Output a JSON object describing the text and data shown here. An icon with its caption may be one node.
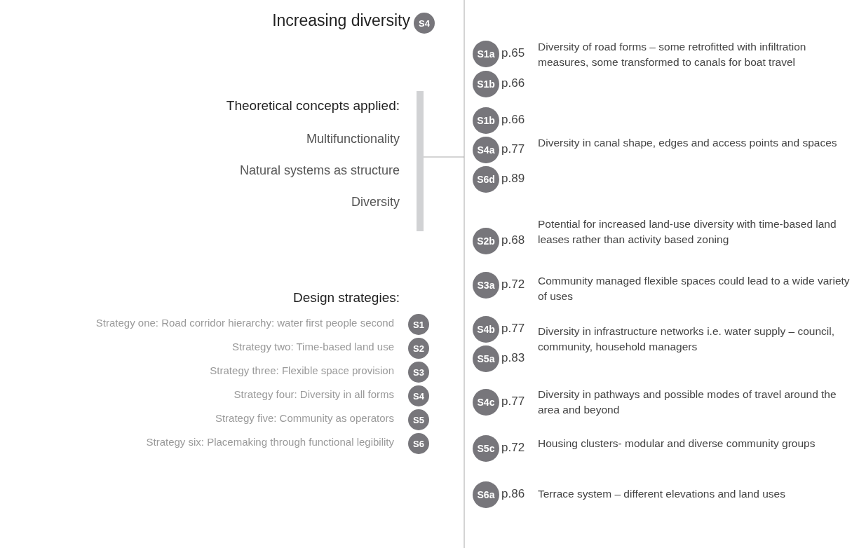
{
  "diagram": {
    "title": "Increasing diversity",
    "nodes": [
      {
        "text": [
          "S4"
        ]
      },
      {
        "text": [
          "S1"
        ],
        "beside": [
          "Strategy one: Road corridor hierarchy: water first people second"
        ]
      },
      {
        "text": [
          "S2"
        ],
        "beside": [
          "Strategy two: Time-based land use"
        ]
      },
      {
        "text": [
          "S3"
        ],
        "beside": [
          "Strategy three: Flexible space provision"
        ]
      },
      {
        "text": [
          "S4"
        ],
        "beside": [
          "Strategy four: Diversity in all forms"
        ]
      },
      {
        "text": [
          "S5"
        ],
        "beside": [
          "Strategy five: Community as operators"
        ]
      },
      {
        "text": [
          "S6"
        ],
        "beside": [
          "Strategy six: Placemaking through functional legibility"
        ]
      },
      {
        "text": [
          "S1a"
        ],
        "beside": [
          "p.65"
        ]
      },
      {
        "text": [
          "S1b"
        ],
        "beside": [
          "p.66"
        ]
      },
      {
        "text": [
          "S1b"
        ],
        "beside": [
          "p.66"
        ]
      },
      {
        "text": [
          "S4a"
        ],
        "beside": [
          "p.77"
        ]
      },
      {
        "text": [
          "S6d"
        ],
        "beside": [
          "p.89"
        ]
      },
      {
        "text": [
          "S2b"
        ],
        "beside": [
          "p.68"
        ]
      },
      {
        "text": [
          "S3a"
        ],
        "beside": [
          "p.72"
        ]
      },
      {
        "text": [
          "S4b"
        ],
        "beside": [
          "p.77"
        ]
      },
      {
        "text": [
          "S5a"
        ],
        "beside": [
          "p.83"
        ]
      },
      {
        "text": [
          "S4c"
        ],
        "beside": [
          "p.77"
        ]
      },
      {
        "text": [
          "S5c"
        ],
        "beside": [
          "p.72"
        ]
      },
      {
        "text": [
          "S6a"
        ],
        "beside": [
          "p.86"
        ]
      }
    ],
    "labels": [
      "Theoretical concepts applied:",
      "Multifunctionality",
      "Natural systems as structure",
      "Diversity",
      "Diversity of road forms – some retrofitted with infiltration measures, some transformed to canals for boat travel",
      "Diversity in canal shape, edges and access points and spaces",
      "Potential for increased land-use diversity with time-based land leases rather than activity based zoning",
      "Design strategies:",
      "Community managed flexible spaces could lead to a wide variety of uses",
      "Diversity in infrastructure networks i.e. water supply – council, community, household managers",
      "Diversity in pathways and possible modes of travel around the area and beyond",
      "Housing clusters- modular and diverse community groups",
      "Terrace system – different elevations and land uses"
    ]
  }
}
